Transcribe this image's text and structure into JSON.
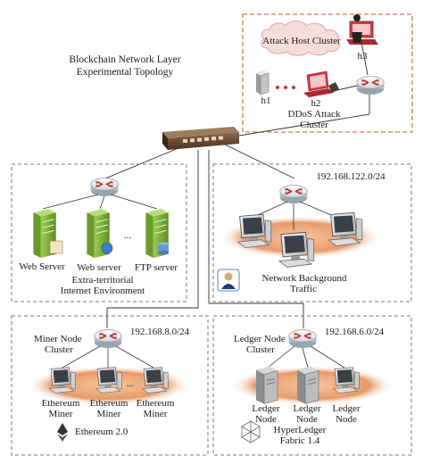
{
  "title_lines": [
    "Blockchain Network Layer",
    "Experimental Topology"
  ],
  "attack": {
    "cluster_label": "Attack Host Cluster",
    "hosts": [
      "h1",
      "h2",
      "h3"
    ],
    "ddos_lines": [
      "DDoS Attack",
      "Cluster"
    ]
  },
  "internet": {
    "servers": [
      "Web Server",
      "Web server",
      "FTP server"
    ],
    "ellipsis": "...",
    "env_lines": [
      "Extra-territorial",
      "Internet Environment"
    ]
  },
  "background": {
    "subnet": "192.168.122.0/24",
    "label_lines": [
      "Network Background",
      "Traffic"
    ]
  },
  "miner": {
    "subnet": "192.168.8.0/24",
    "label_lines": [
      "Miner Node",
      "Cluster"
    ],
    "nodes": [
      [
        "Ethereum",
        "Miner"
      ],
      [
        "Ethereum",
        "Miner"
      ],
      [
        "Ethereum",
        "Miner"
      ]
    ],
    "ellipsis": "...",
    "platform": "Ethereum 2.0"
  },
  "ledger": {
    "subnet": "192.168.6.0/24",
    "label_lines": [
      "Ledger Node",
      "Cluster"
    ],
    "nodes": [
      [
        "Ledger",
        "Node"
      ],
      [
        "Ledger",
        "Node"
      ],
      [
        "Ledger",
        "Node"
      ]
    ],
    "platform_lines": [
      "HyperLedger",
      "Fabric 1.4"
    ]
  },
  "colors": {
    "attack_border": "#e07840",
    "cluster_border": "#777777",
    "router_blue": "#2d5fa8",
    "router_arrow": "#c0392b",
    "shadow_orange": "#e8a070",
    "switch_body": "#6b4a30",
    "server_green": "#7fb13a"
  }
}
